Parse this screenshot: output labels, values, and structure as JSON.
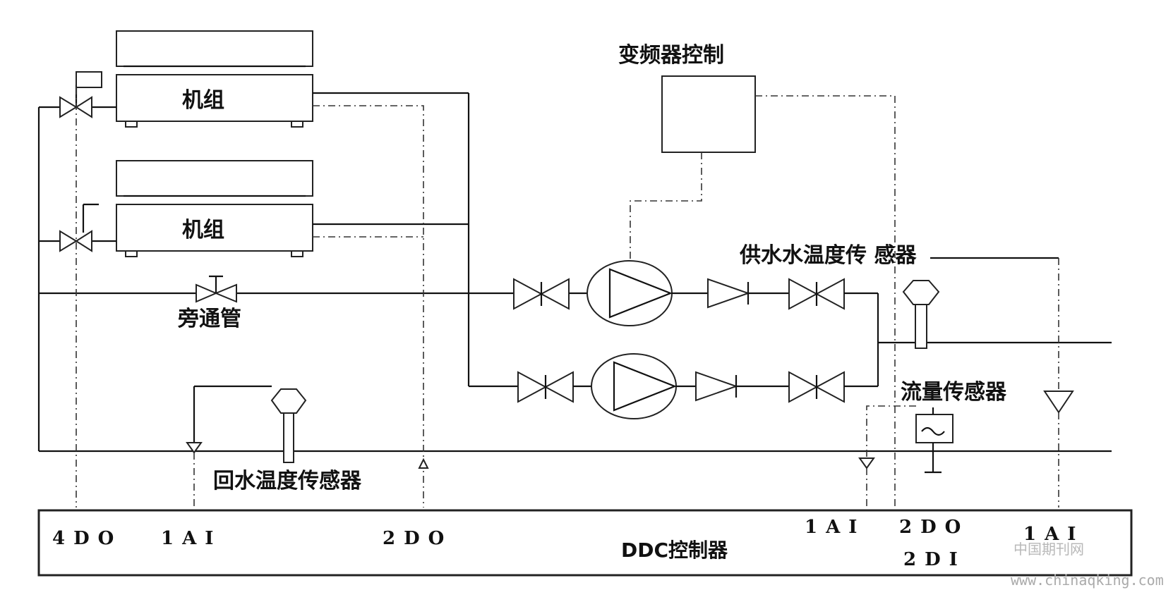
{
  "labels": {
    "unit_1": "机组",
    "unit_2": "机组",
    "bypass": "旁通管",
    "vfd": "变频器控制",
    "supply_temp_sensor": "供水水温度传 感器",
    "return_temp_sensor": "回水温度传感器",
    "flow_sensor": "流量传感器",
    "ddc": "DDC控制器"
  },
  "io": {
    "do4": "4DO",
    "ai1_left": "1AI",
    "do2_mid": "2DO",
    "ai1_right": "1AI",
    "do2_right": "2DO",
    "di2": "2DI",
    "ai1_far": "1AI"
  },
  "watermark": {
    "cn": "中国期刊网",
    "url": "www.chinaqking.com"
  }
}
